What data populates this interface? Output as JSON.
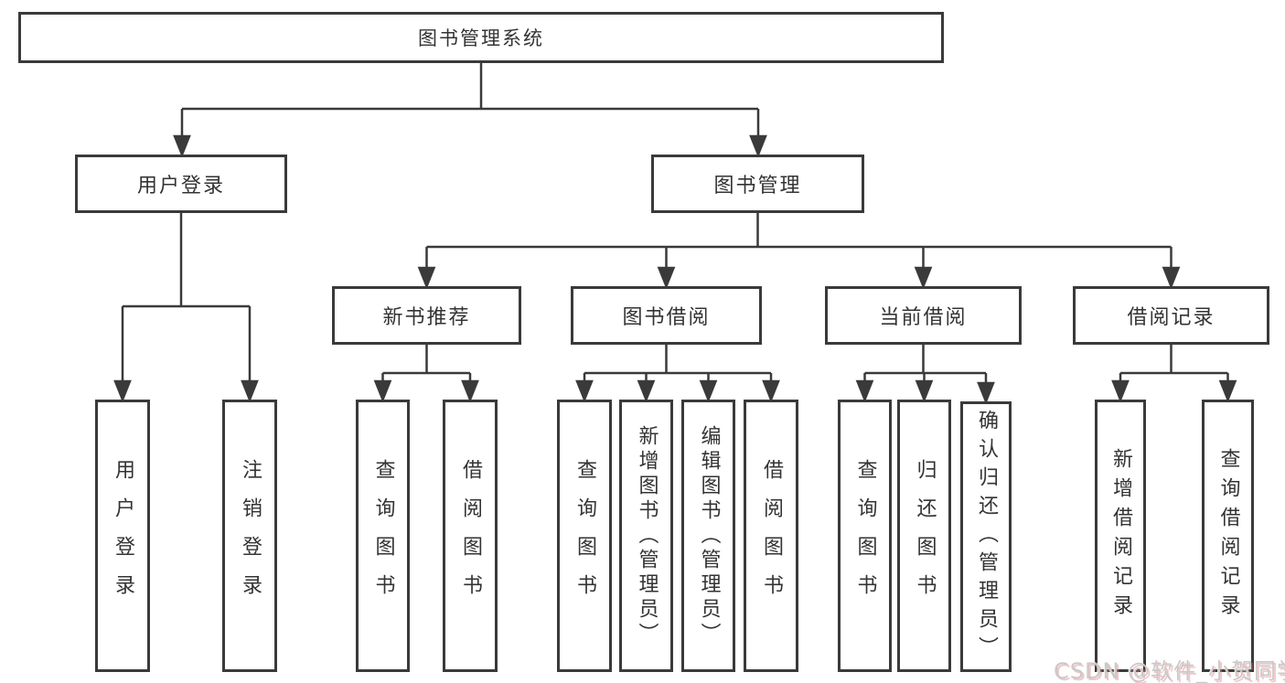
{
  "diagram": {
    "root": "图书管理系统",
    "level1": [
      "用户登录",
      "图书管理"
    ],
    "level2": [
      "新书推荐",
      "图书借阅",
      "当前借阅",
      "借阅记录"
    ],
    "leaves": {
      "user": [
        "用户登录",
        "注销登录"
      ],
      "recommend": [
        "查询图书",
        "借阅图书"
      ],
      "borrow": [
        "查询图书",
        "新增图书（管理员）",
        "编辑图书（管理员）",
        "借阅图书"
      ],
      "current": [
        "查询图书",
        "归还图书",
        "确认归还（管理员）"
      ],
      "records": [
        "新增借阅记录",
        "查询借阅记录"
      ]
    }
  },
  "watermark": "CSDN @软件_小贺同学",
  "colors": {
    "line": "#3a3a3a",
    "text": "#333333",
    "background": "#ffffff",
    "watermark": "#c9c9c9"
  }
}
